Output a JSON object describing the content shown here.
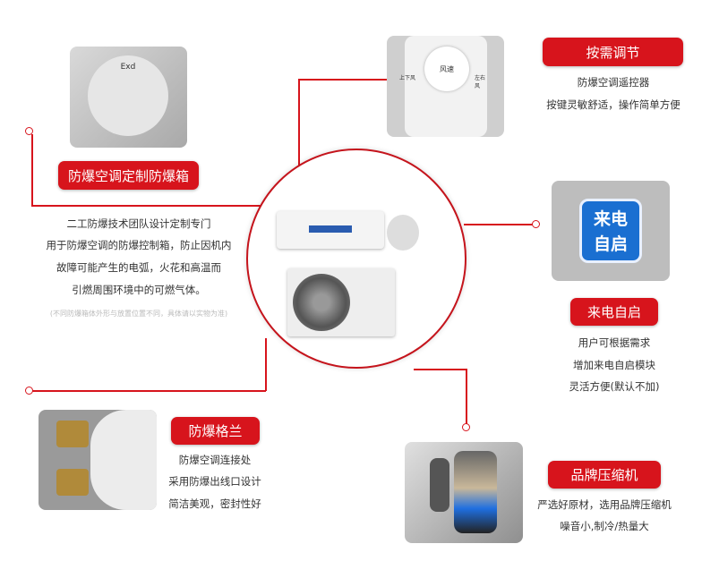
{
  "box": {
    "label": "防爆空调定制防爆箱",
    "lines": [
      "二工防爆技术团队设计定制专门",
      "用于防爆空调的防爆控制箱，防止因机内",
      "故障可能产生的电弧，火花和高温而",
      "引燃周围环境中的可燃气体。"
    ],
    "note": "(不同防爆箱体外形与放置位置不同，具体请以实物为准)",
    "img_text": "Exd"
  },
  "remote": {
    "label": "按需调节",
    "lines": [
      "防爆空调遥控器",
      "按键灵敏舒适，操作简单方便"
    ],
    "center_key": "风速",
    "left_key": "上下风",
    "right_key": "左右风"
  },
  "autostart": {
    "label": "来电自启",
    "icon_text": [
      "来电",
      "自启"
    ],
    "lines": [
      "用户可根据需求",
      "增加来电自启模块",
      "灵活方便(默认不加)"
    ]
  },
  "gland": {
    "label": "防爆格兰",
    "lines": [
      "防爆空调连接处",
      "采用防爆出线口设计",
      "简洁美观，密封性好"
    ]
  },
  "compressor": {
    "label": "品牌压缩机",
    "lines": [
      "严选好原材，选用品牌压缩机",
      "噪音小,制冷/热量大"
    ]
  },
  "colors": {
    "accent": "#d7141c",
    "icon_blue": "#1a6fd1"
  }
}
